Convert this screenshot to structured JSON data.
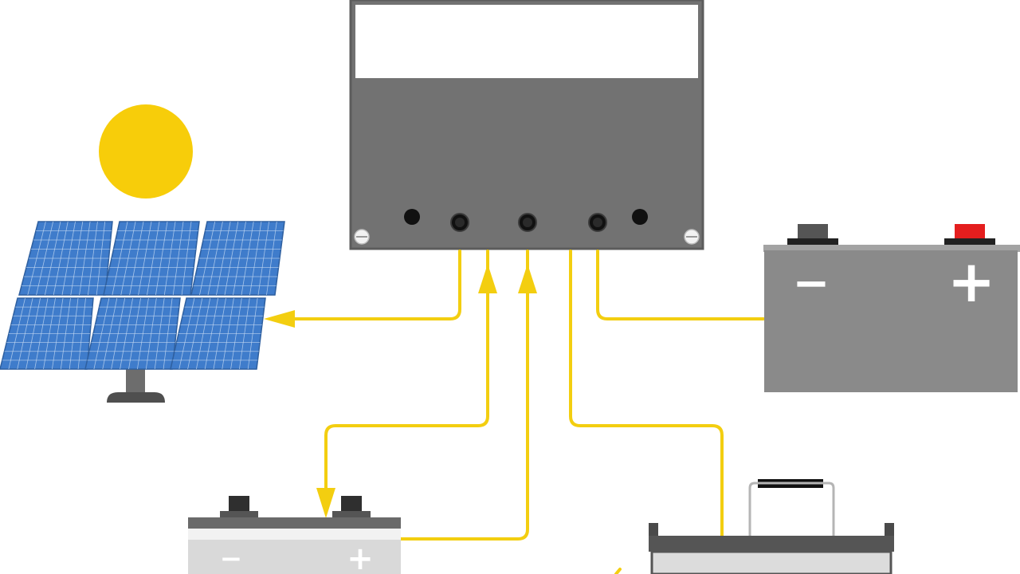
{
  "colors": {
    "background": "#ffffff",
    "sun": "#f7cd0a",
    "wire": "#f3ce10",
    "controller_body": "#727272",
    "controller_frame": "#5c5c5c",
    "controller_display": "#ffffff",
    "port": "#111111",
    "panel_cell": "#3f7ccb",
    "panel_grid": "#c9dcf3",
    "battery_body": "#8a8a8a",
    "battery_light_body": "#d9d9d9",
    "battery_top": "#6a6a6a",
    "terminal_dark": "#3a3a3a",
    "terminal_red": "#e41e1e",
    "symbol_white": "#ffffff"
  },
  "components": {
    "sun": {
      "icon": "sun-icon"
    },
    "solar_panel": {
      "icon": "solar-panel-icon",
      "cols": 3,
      "rows": 2
    },
    "charge_controller": {
      "icon": "charge-controller-icon",
      "ports": 5,
      "screws": 2
    },
    "battery_right": {
      "icon": "battery-icon",
      "negative_symbol": "−",
      "positive_symbol": "+"
    },
    "battery_bottom_left": {
      "icon": "battery-icon",
      "negative_symbol": "−",
      "positive_symbol": "+"
    },
    "load_box_bottom_right": {
      "icon": "load-box-icon"
    }
  },
  "connections": [
    {
      "from": "charge_controller",
      "to": "solar_panel",
      "arrow": "to_panel"
    },
    {
      "from": "battery_bottom_left",
      "to": "charge_controller",
      "arrow": "to_controller"
    },
    {
      "from": "charge_controller",
      "to": "battery_bottom_left",
      "arrow": "to_battery"
    },
    {
      "from": "charge_controller",
      "to": "battery_right",
      "arrow": "none"
    },
    {
      "from": "charge_controller",
      "to": "load_box_bottom_right",
      "arrow": "none"
    }
  ]
}
